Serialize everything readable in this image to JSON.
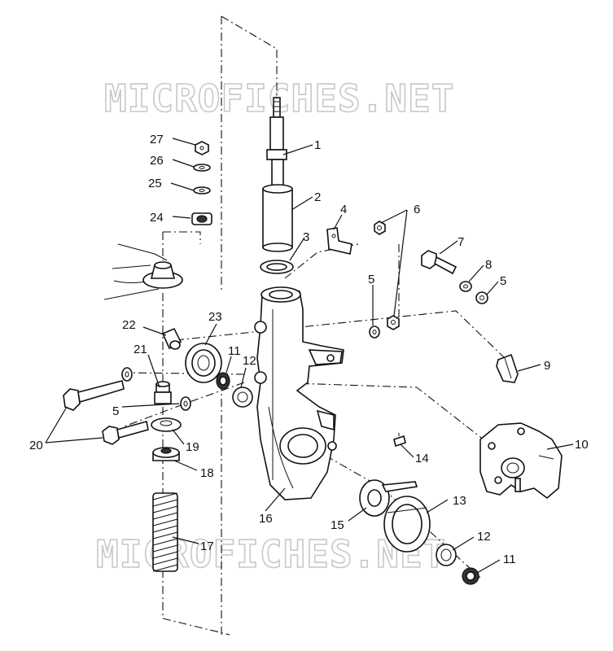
{
  "watermark": "MICROFICHES.NET",
  "callouts": [
    "1",
    "2",
    "3",
    "4",
    "5",
    "6",
    "7",
    "8",
    "9",
    "10",
    "11",
    "12",
    "13",
    "14",
    "15",
    "16",
    "17",
    "18",
    "19",
    "20",
    "21",
    "22",
    "23",
    "24",
    "25",
    "26",
    "27"
  ],
  "colors": {
    "line": "#111111",
    "background": "#ffffff",
    "watermark": "#c8c8c8"
  }
}
